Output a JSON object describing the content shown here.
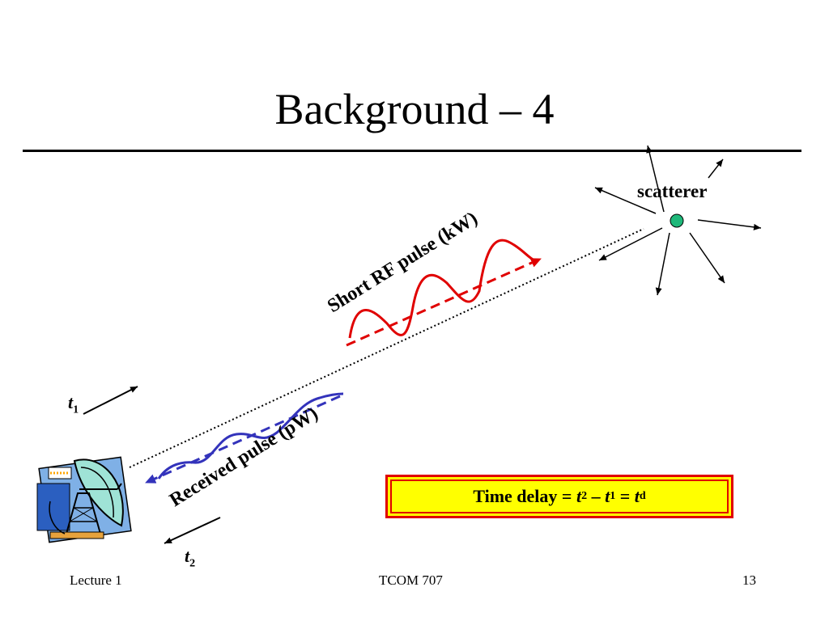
{
  "slide": {
    "title": "Background – 4",
    "footer_left": "Lecture 1",
    "footer_center": "TCOM 707",
    "footer_right": "13"
  },
  "diagram": {
    "scatterer_label": "scatterer",
    "tx_pulse_label": "Short RF pulse (kW)",
    "rx_pulse_label": "Received pulse (pW)",
    "t1": {
      "var": "t",
      "sub": "1"
    },
    "t2": {
      "var": "t",
      "sub": "2"
    },
    "colors": {
      "tx_pulse": "#e00000",
      "rx_pulse": "#3333bb",
      "scatterer_fill": "#1fb87a",
      "box_fill": "#ffff00",
      "box_border": "#e00000"
    },
    "icons": [
      "radar-dish-icon",
      "scatterer-dot-icon"
    ]
  },
  "delay_box": {
    "text_prefix": "Time delay = ",
    "t2_var": "t",
    "t2_sub": "2",
    "minus": " – ",
    "t1_var": "t",
    "t1_sub": "1",
    "equals": " = ",
    "td_var": "t",
    "td_sub": "d"
  }
}
